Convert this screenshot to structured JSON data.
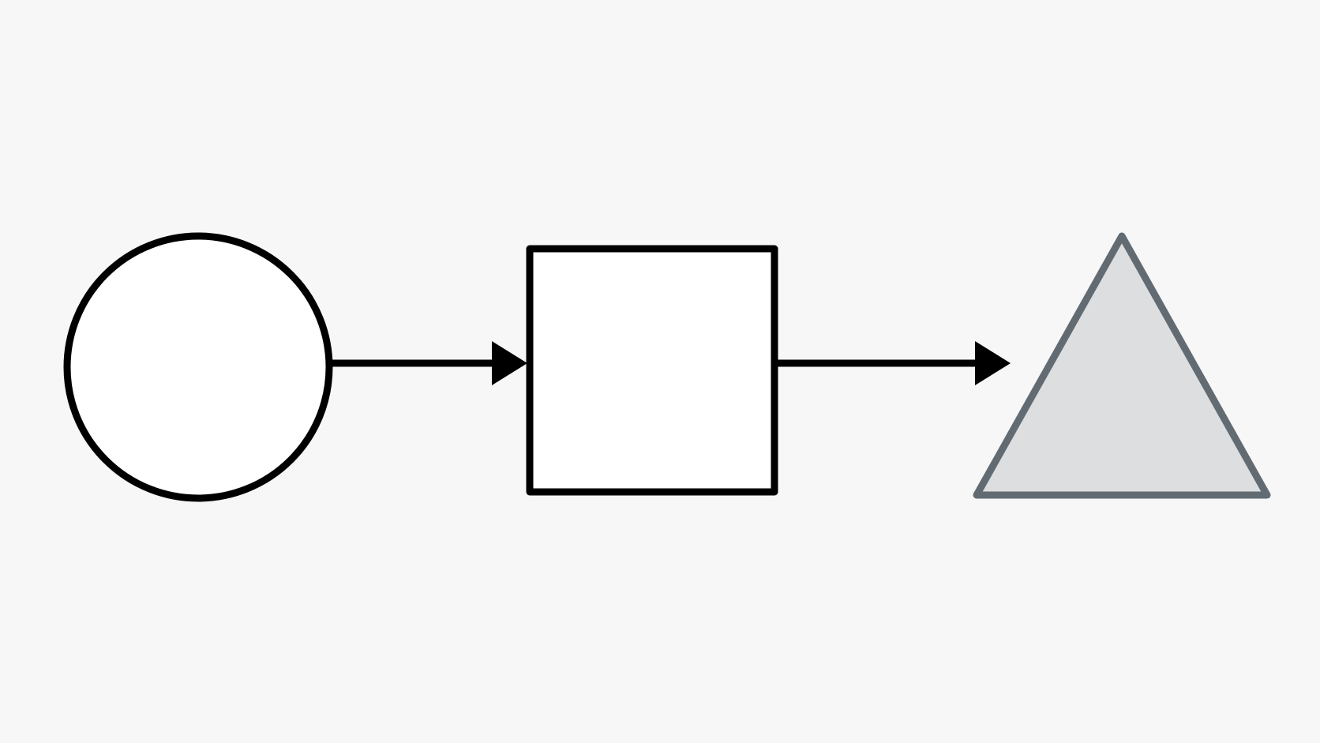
{
  "diagram": {
    "type": "flow",
    "background_color": "#f7f7f7",
    "nodes": [
      {
        "id": "circle",
        "shape": "circle",
        "fill": "#ffffff",
        "stroke": "#000000"
      },
      {
        "id": "square",
        "shape": "square",
        "fill": "#ffffff",
        "stroke": "#000000"
      },
      {
        "id": "triangle",
        "shape": "triangle",
        "fill": "#dcdee0",
        "stroke": "#636b72"
      }
    ],
    "edges": [
      {
        "from": "circle",
        "to": "square",
        "color": "#000000",
        "arrowhead": "filled-triangle"
      },
      {
        "from": "square",
        "to": "triangle",
        "color": "#000000",
        "arrowhead": "filled-triangle"
      }
    ]
  }
}
